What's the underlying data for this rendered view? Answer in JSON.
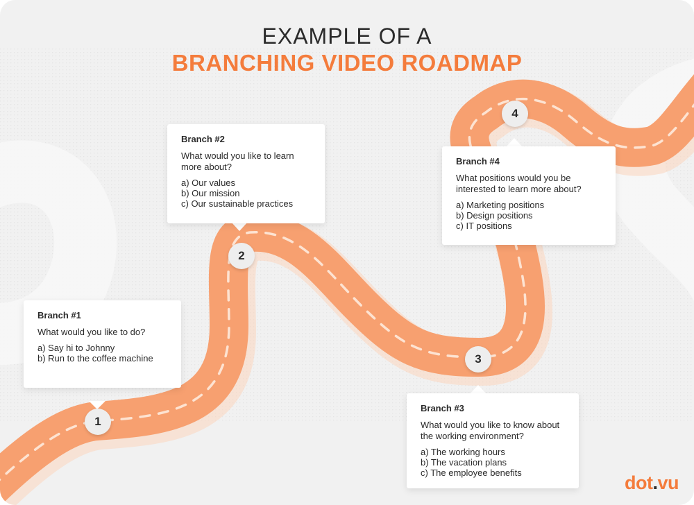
{
  "title": {
    "line1": "EXAMPLE OF A",
    "line2": "BRANCHING VIDEO ROADMAP"
  },
  "colors": {
    "road": "#f7a070",
    "dash": "#fde3d2",
    "accent": "#f47c3c",
    "text": "#2b2b2b",
    "card": "#ffffff",
    "marker": "#eeeeee",
    "background": "#f1f1f1"
  },
  "markers": [
    "1",
    "2",
    "3",
    "4"
  ],
  "branches": [
    {
      "title": "Branch #1",
      "question": "What would you like to do?",
      "options": [
        "a) Say hi to Johnny",
        "b) Run to the coffee machine"
      ]
    },
    {
      "title": "Branch #2",
      "question": "What would you like to learn more about?",
      "options": [
        "a) Our values",
        "b) Our mission",
        "c) Our sustainable practices"
      ]
    },
    {
      "title": "Branch #3",
      "question": "What would you like to know about the working environment?",
      "options": [
        "a) The working hours",
        "b) The vacation plans",
        "c) The employee benefits"
      ]
    },
    {
      "title": "Branch #4",
      "question": "What positions would you be interested to learn more about?",
      "options": [
        "a) Marketing positions",
        "b) Design positions",
        "c) IT positions"
      ]
    }
  ],
  "logo": {
    "text_main": "dot",
    "text_dot": ".",
    "text_end": "vu"
  }
}
